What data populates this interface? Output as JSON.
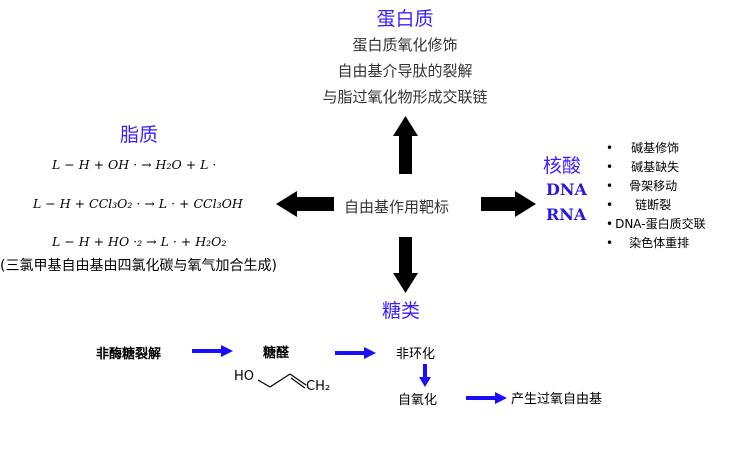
{
  "center": {
    "label": "自由基作用靶标"
  },
  "protein": {
    "title": "蛋白质",
    "lines": [
      "蛋白质氧化修饰",
      "自由基介导肽的裂解",
      "与脂过氧化物形成交联链"
    ]
  },
  "lipid": {
    "title": "脂质",
    "equations": [
      "L − H  +  OH · →  H₂O  +  L ·",
      "L − H  +  CCl₃O₂ · →  L ·  + CCl₃OH",
      "L − H  +  HO ·₂ → L ·  + H₂O₂"
    ],
    "note": "(三氯甲基自由基由四氯化碳与氧气加合生成)"
  },
  "nucleic": {
    "title": "核酸",
    "sub1": "DNA",
    "sub2": "RNA",
    "bullet": "•",
    "items": [
      "碱基修饰",
      "碱基缺失",
      "骨架移动",
      "链断裂",
      "DNA-蛋白质交联",
      "染色体重排"
    ]
  },
  "sugar": {
    "title": "糖类",
    "step1": "非酶糖裂解",
    "step2": "糖醛",
    "step3": "非环化",
    "step4": "自氧化",
    "step5": "产生过氧自由基",
    "molecule": {
      "ho": "HO",
      "ch2": "CH₂"
    }
  },
  "colors": {
    "accent": "#3b1fff",
    "arrow_blue": "#1a0cff",
    "arrow_black": "#000000"
  }
}
